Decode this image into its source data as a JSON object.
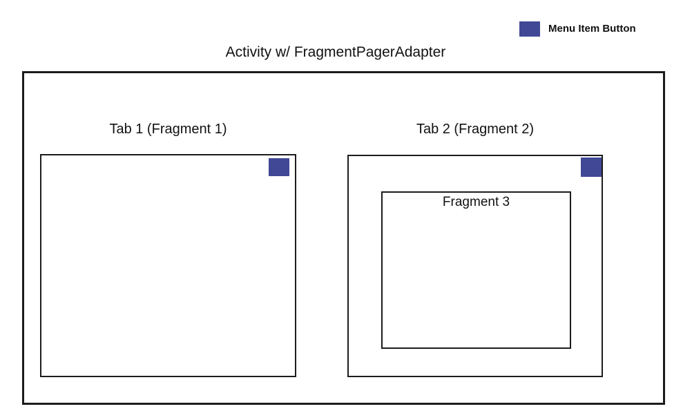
{
  "title": "Activity w/ FragmentPagerAdapter",
  "legend": {
    "label": "Menu Item Button",
    "swatch_color": "#414896"
  },
  "tabs": [
    {
      "label": "Tab 1 (Fragment 1)"
    },
    {
      "label": "Tab 2 (Fragment 2)"
    }
  ],
  "fragment3": {
    "label": "Fragment 3"
  },
  "colors": {
    "menu_button": "#414896",
    "outline": "#1b1b1b",
    "background": "#ffffff"
  }
}
